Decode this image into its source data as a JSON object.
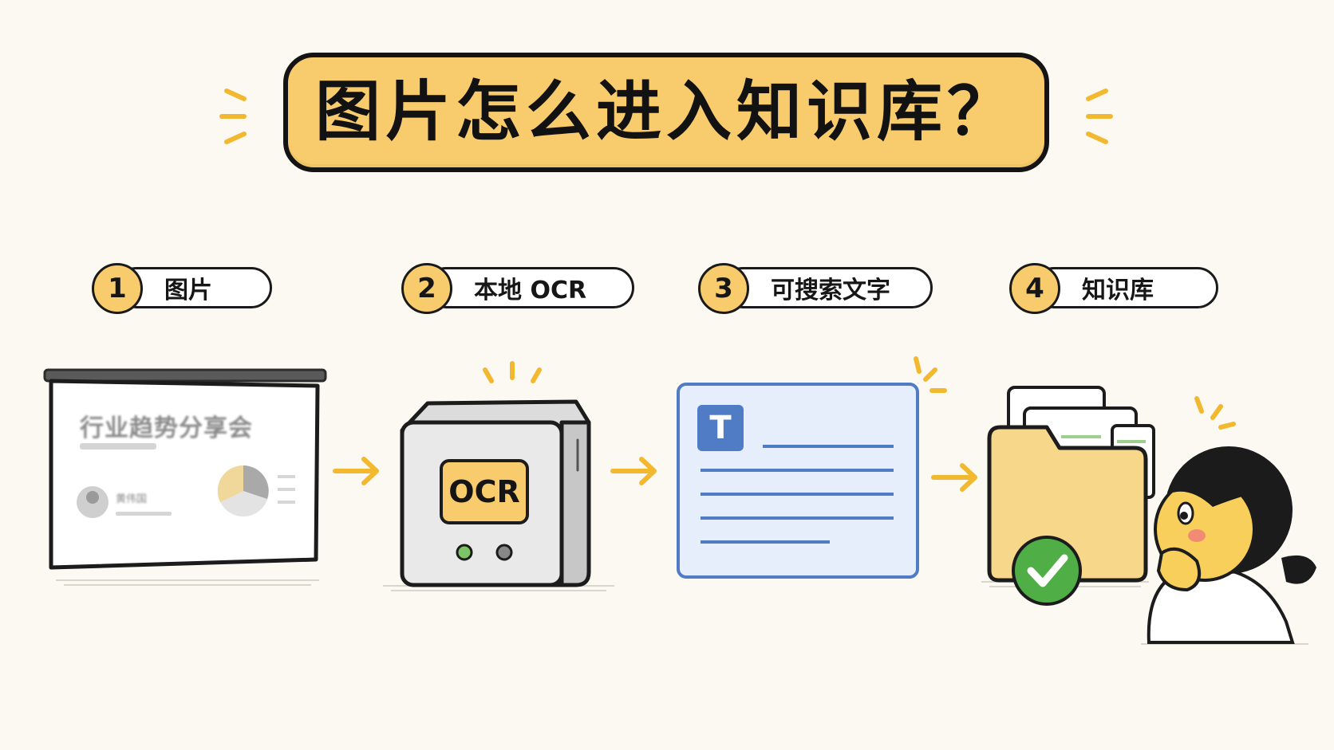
{
  "title": "图片怎么进入知识库？",
  "steps": [
    {
      "number": "1",
      "label": "图片"
    },
    {
      "number": "2",
      "label": "本地 OCR"
    },
    {
      "number": "3",
      "label": "可搜索文字"
    },
    {
      "number": "4",
      "label": "知识库"
    }
  ],
  "slide": {
    "title": "行业趋势分享会",
    "presenter": "黄伟国"
  },
  "device": {
    "label": "OCR"
  },
  "document": {
    "badge": "T"
  },
  "colors": {
    "background": "#fbf9f1",
    "accent_yellow": "#f8cc6c",
    "arrow": "#f2b830",
    "document_blue": "#4f7cc4",
    "check_green": "#4fae46"
  }
}
